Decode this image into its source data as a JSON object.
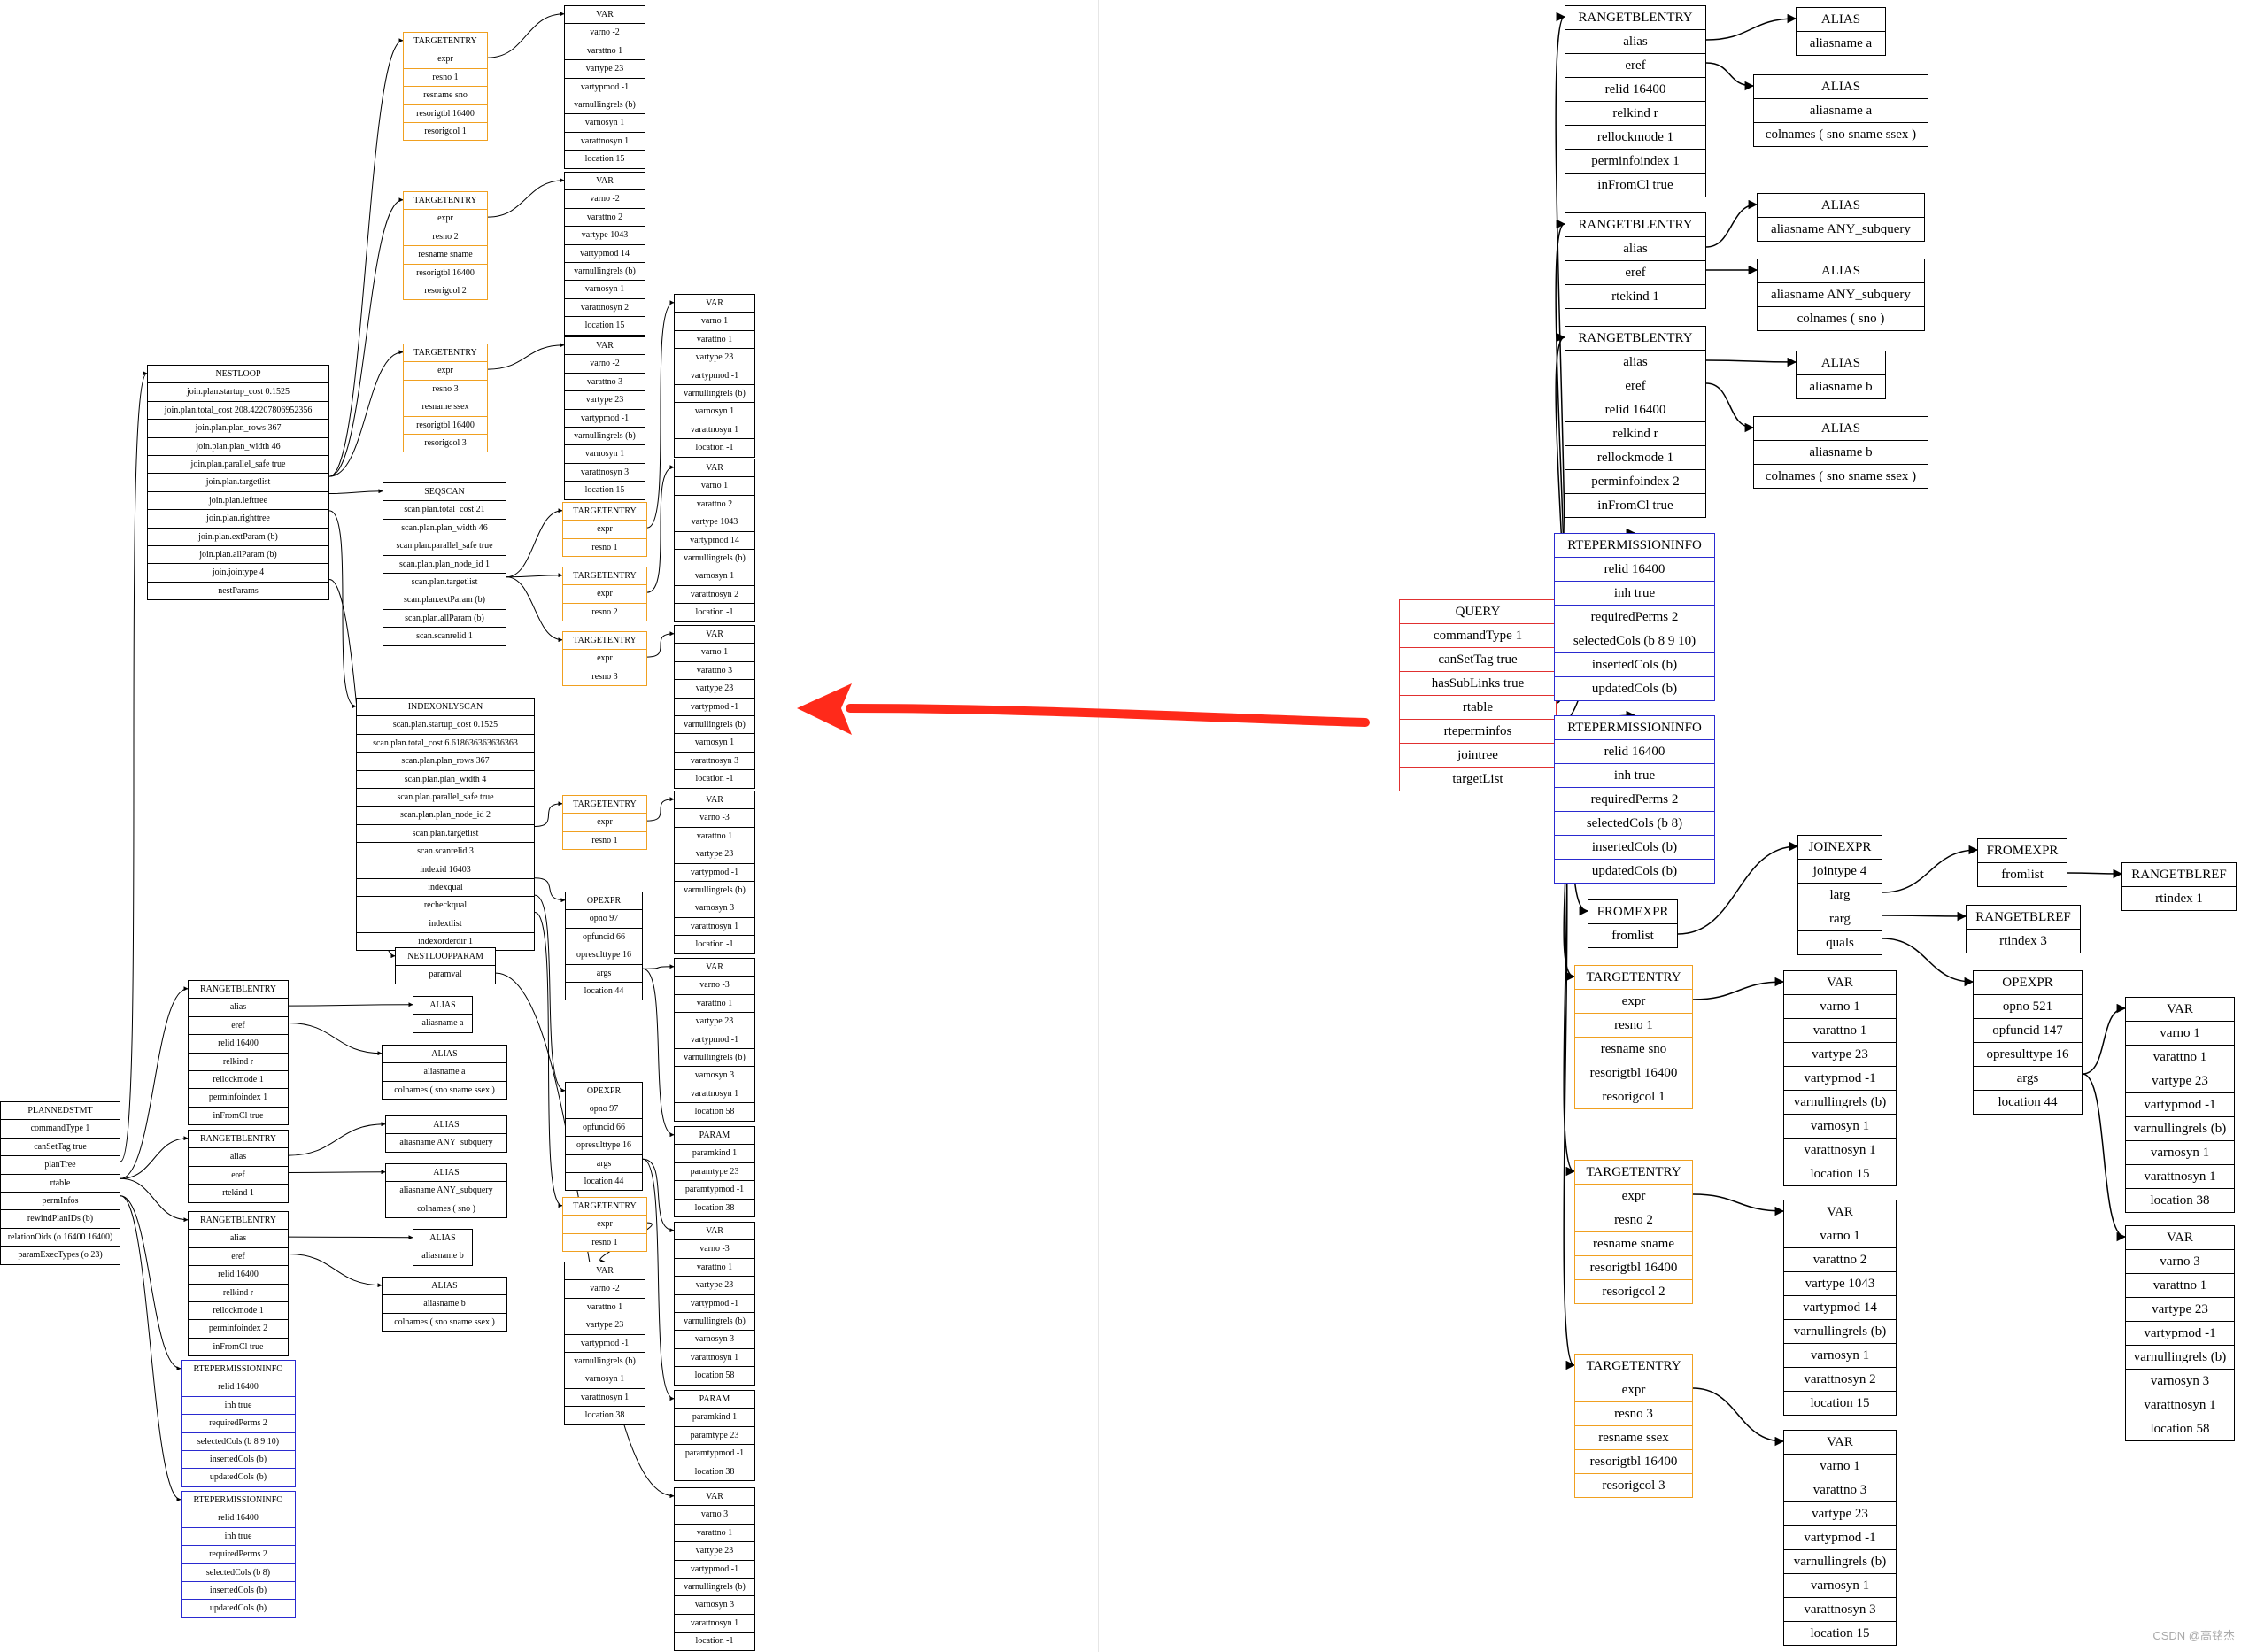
{
  "watermark": "CSDN @高铭杰",
  "colors": {
    "query": "#e03030",
    "perm": "#2a2ad0",
    "target": "#f0a020",
    "arrow": "#ff2a1a"
  },
  "right_tree": {
    "query": [
      "QUERY",
      "commandType 1",
      "canSetTag true",
      "hasSubLinks true",
      "rtable",
      "rteperminfos",
      "jointree",
      "targetList"
    ],
    "rte1": [
      "RANGETBLENTRY",
      "alias",
      "eref",
      "relid 16400",
      "relkind r",
      "rellockmode 1",
      "perminfoindex 1",
      "inFromCl true"
    ],
    "rte1_alias": [
      "ALIAS",
      "aliasname a"
    ],
    "rte1_eref": [
      "ALIAS",
      "aliasname a",
      "colnames ( sno sname ssex )"
    ],
    "rte2": [
      "RANGETBLENTRY",
      "alias",
      "eref",
      "rtekind 1"
    ],
    "rte2_alias": [
      "ALIAS",
      "aliasname ANY_subquery"
    ],
    "rte2_eref": [
      "ALIAS",
      "aliasname ANY_subquery",
      "colnames ( sno )"
    ],
    "rte3": [
      "RANGETBLENTRY",
      "alias",
      "eref",
      "relid 16400",
      "relkind r",
      "rellockmode 1",
      "perminfoindex 2",
      "inFromCl true"
    ],
    "rte3_alias": [
      "ALIAS",
      "aliasname b"
    ],
    "rte3_eref": [
      "ALIAS",
      "aliasname b",
      "colnames ( sno sname ssex )"
    ],
    "perm1": [
      "RTEPERMISSIONINFO",
      "relid 16400",
      "inh true",
      "requiredPerms 2",
      "selectedCols (b 8 9 10)",
      "insertedCols (b)",
      "updatedCols (b)"
    ],
    "perm2": [
      "RTEPERMISSIONINFO",
      "relid 16400",
      "inh true",
      "requiredPerms 2",
      "selectedCols (b 8)",
      "insertedCols (b)",
      "updatedCols (b)"
    ],
    "fromexpr_top": [
      "FROMEXPR",
      "fromlist"
    ],
    "joinexpr": [
      "JOINEXPR",
      "jointype 4",
      "larg",
      "rarg",
      "quals"
    ],
    "fromexpr_larg": [
      "FROMEXPR",
      "fromlist"
    ],
    "rtref1": [
      "RANGETBLREF",
      "rtindex 1"
    ],
    "rtref3": [
      "RANGETBLREF",
      "rtindex 3"
    ],
    "opexpr": [
      "OPEXPR",
      "opno 521",
      "opfuncid 147",
      "opresulttype 16",
      "args",
      "location 44"
    ],
    "var_op1": [
      "VAR",
      "varno 1",
      "varattno 1",
      "vartype 23",
      "vartypmod -1",
      "varnullingrels (b)",
      "varnosyn 1",
      "varattnosyn 1",
      "location 38"
    ],
    "var_op2": [
      "VAR",
      "varno 3",
      "varattno 1",
      "vartype 23",
      "vartypmod -1",
      "varnullingrels (b)",
      "varnosyn 3",
      "varattnosyn 1",
      "location 58"
    ],
    "te1": [
      "TARGETENTRY",
      "expr",
      "resno 1",
      "resname sno",
      "resorigtbl 16400",
      "resorigcol 1"
    ],
    "te2": [
      "TARGETENTRY",
      "expr",
      "resno 2",
      "resname sname",
      "resorigtbl 16400",
      "resorigcol 2"
    ],
    "te3": [
      "TARGETENTRY",
      "expr",
      "resno 3",
      "resname ssex",
      "resorigtbl 16400",
      "resorigcol 3"
    ],
    "var_te1": [
      "VAR",
      "varno 1",
      "varattno 1",
      "vartype 23",
      "vartypmod -1",
      "varnullingrels (b)",
      "varnosyn 1",
      "varattnosyn 1",
      "location 15"
    ],
    "var_te2": [
      "VAR",
      "varno 1",
      "varattno 2",
      "vartype 1043",
      "vartypmod 14",
      "varnullingrels (b)",
      "varnosyn 1",
      "varattnosyn 2",
      "location 15"
    ],
    "var_te3": [
      "VAR",
      "varno 1",
      "varattno 3",
      "vartype 23",
      "vartypmod -1",
      "varnullingrels (b)",
      "varnosyn 1",
      "varattnosyn 3",
      "location 15"
    ]
  },
  "left_tree": {
    "plannedstmt": [
      "PLANNEDSTMT",
      "commandType 1",
      "canSetTag true",
      "planTree",
      "rtable",
      "permInfos",
      "rewindPlanIDs (b)",
      "relationOids (o 16400 16400)",
      "paramExecTypes (o 23)"
    ],
    "nestloop": [
      "NESTLOOP",
      "join.plan.startup_cost 0.1525",
      "join.plan.total_cost 208.42207806952356",
      "join.plan.plan_rows 367",
      "join.plan.plan_width 46",
      "join.plan.parallel_safe true",
      "join.plan.targetlist",
      "join.plan.lefttree",
      "join.plan.righttree",
      "join.plan.extParam (b)",
      "join.plan.allParam (b)",
      "join.jointype 4",
      "nestParams"
    ],
    "seqscan": [
      "SEQSCAN",
      "scan.plan.total_cost 21",
      "scan.plan.plan_width 46",
      "scan.plan.parallel_safe true",
      "scan.plan.plan_node_id 1",
      "scan.plan.targetlist",
      "scan.plan.extParam (b)",
      "scan.plan.allParam (b)",
      "scan.scanrelid 1"
    ],
    "indexonlyscan": [
      "INDEXONLYSCAN",
      "scan.plan.startup_cost 0.1525",
      "scan.plan.total_cost 6.618636363636363",
      "scan.plan.plan_rows 367",
      "scan.plan.plan_width 4",
      "scan.plan.parallel_safe true",
      "scan.plan.plan_node_id 2",
      "scan.plan.targetlist",
      "scan.scanrelid 3",
      "indexid 16403",
      "indexqual",
      "recheckqual",
      "indextlist",
      "indexorderdir 1"
    ],
    "nestloopparam": [
      "NESTLOOPPARAM",
      "paramval"
    ],
    "nl_te1": [
      "TARGETENTRY",
      "expr",
      "resno 1",
      "resname sno",
      "resorigtbl 16400",
      "resorigcol 1"
    ],
    "nl_te2": [
      "TARGETENTRY",
      "expr",
      "resno 2",
      "resname sname",
      "resorigtbl 16400",
      "resorigcol 2"
    ],
    "nl_te3": [
      "TARGETENTRY",
      "expr",
      "resno 3",
      "resname ssex",
      "resorigtbl 16400",
      "resorigcol 3"
    ],
    "nl_var1": [
      "VAR",
      "varno -2",
      "varattno 1",
      "vartype 23",
      "vartypmod -1",
      "varnullingrels (b)",
      "varnosyn 1",
      "varattnosyn 1",
      "location 15"
    ],
    "nl_var2": [
      "VAR",
      "varno -2",
      "varattno 2",
      "vartype 1043",
      "vartypmod 14",
      "varnullingrels (b)",
      "varnosyn 1",
      "varattnosyn 2",
      "location 15"
    ],
    "nl_var3": [
      "VAR",
      "varno -2",
      "varattno 3",
      "vartype 23",
      "vartypmod -1",
      "varnullingrels (b)",
      "varnosyn 1",
      "varattnosyn 3",
      "location 15"
    ],
    "ss_te1": [
      "TARGETENTRY",
      "expr",
      "resno 1"
    ],
    "ss_te2": [
      "TARGETENTRY",
      "expr",
      "resno 2"
    ],
    "ss_te3": [
      "TARGETENTRY",
      "expr",
      "resno 3"
    ],
    "ss_var1": [
      "VAR",
      "varno 1",
      "varattno 1",
      "vartype 23",
      "vartypmod -1",
      "varnullingrels (b)",
      "varnosyn 1",
      "varattnosyn 1",
      "location -1"
    ],
    "ss_var2": [
      "VAR",
      "varno 1",
      "varattno 2",
      "vartype 1043",
      "vartypmod 14",
      "varnullingrels (b)",
      "varnosyn 1",
      "varattnosyn 2",
      "location -1"
    ],
    "ss_var3": [
      "VAR",
      "varno 1",
      "varattno 3",
      "vartype 23",
      "vartypmod -1",
      "varnullingrels (b)",
      "varnosyn 1",
      "varattnosyn 3",
      "location -1"
    ],
    "ix_te": [
      "TARGETENTRY",
      "expr",
      "resno 1"
    ],
    "ix_var": [
      "VAR",
      "varno -3",
      "varattno 1",
      "vartype 23",
      "vartypmod -1",
      "varnullingrels (b)",
      "varnosyn 3",
      "varattnosyn 1",
      "location -1"
    ],
    "opexpr1": [
      "OPEXPR",
      "opno 97",
      "opfuncid 66",
      "opresulttype 16",
      "args",
      "location 44"
    ],
    "opexpr1_var": [
      "VAR",
      "varno -3",
      "varattno 1",
      "vartype 23",
      "vartypmod -1",
      "varnullingrels (b)",
      "varnosyn 3",
      "varattnosyn 1",
      "location 58"
    ],
    "param1": [
      "PARAM",
      "paramkind 1",
      "paramtype 23",
      "paramtypmod -1",
      "location 38"
    ],
    "opexpr2": [
      "OPEXPR",
      "opno 97",
      "opfuncid 66",
      "opresulttype 16",
      "args",
      "location 44"
    ],
    "opexpr2_var": [
      "VAR",
      "varno -3",
      "varattno 1",
      "vartype 23",
      "vartypmod -1",
      "varnullingrels (b)",
      "varnosyn 3",
      "varattnosyn 1",
      "location 58"
    ],
    "param2": [
      "PARAM",
      "paramkind 1",
      "paramtype 23",
      "paramtypmod -1",
      "location 38"
    ],
    "il_te": [
      "TARGETENTRY",
      "expr",
      "resno 1"
    ],
    "il_var": [
      "VAR",
      "varno -2",
      "varattno 1",
      "vartype 23",
      "vartypmod -1",
      "varnullingrels (b)",
      "varnosyn 1",
      "varattnosyn 1",
      "location 38"
    ],
    "nlp_var": [
      "VAR",
      "varno 3",
      "varattno 1",
      "vartype 23",
      "vartypmod -1",
      "varnullingrels (b)",
      "varnosyn 3",
      "varattnosyn 1",
      "location -1"
    ],
    "l_rte1": [
      "RANGETBLENTRY",
      "alias",
      "eref",
      "relid 16400",
      "relkind r",
      "rellockmode 1",
      "perminfoindex 1",
      "inFromCl true"
    ],
    "l_rte1_alias": [
      "ALIAS",
      "aliasname a"
    ],
    "l_rte1_eref": [
      "ALIAS",
      "aliasname a",
      "colnames ( sno sname ssex )"
    ],
    "l_rte2": [
      "RANGETBLENTRY",
      "alias",
      "eref",
      "rtekind 1"
    ],
    "l_rte2_alias": [
      "ALIAS",
      "aliasname ANY_subquery"
    ],
    "l_rte2_eref": [
      "ALIAS",
      "aliasname ANY_subquery",
      "colnames ( sno )"
    ],
    "l_rte3": [
      "RANGETBLENTRY",
      "alias",
      "eref",
      "relid 16400",
      "relkind r",
      "rellockmode 1",
      "perminfoindex 2",
      "inFromCl true"
    ],
    "l_rte3_alias": [
      "ALIAS",
      "aliasname b"
    ],
    "l_rte3_eref": [
      "ALIAS",
      "aliasname b",
      "colnames ( sno sname ssex )"
    ],
    "l_perm1": [
      "RTEPERMISSIONINFO",
      "relid 16400",
      "inh true",
      "requiredPerms 2",
      "selectedCols (b 8 9 10)",
      "insertedCols (b)",
      "updatedCols (b)"
    ],
    "l_perm2": [
      "RTEPERMISSIONINFO",
      "relid 16400",
      "inh true",
      "requiredPerms 2",
      "selectedCols (b 8)",
      "insertedCols (b)",
      "updatedCols (b)"
    ]
  }
}
